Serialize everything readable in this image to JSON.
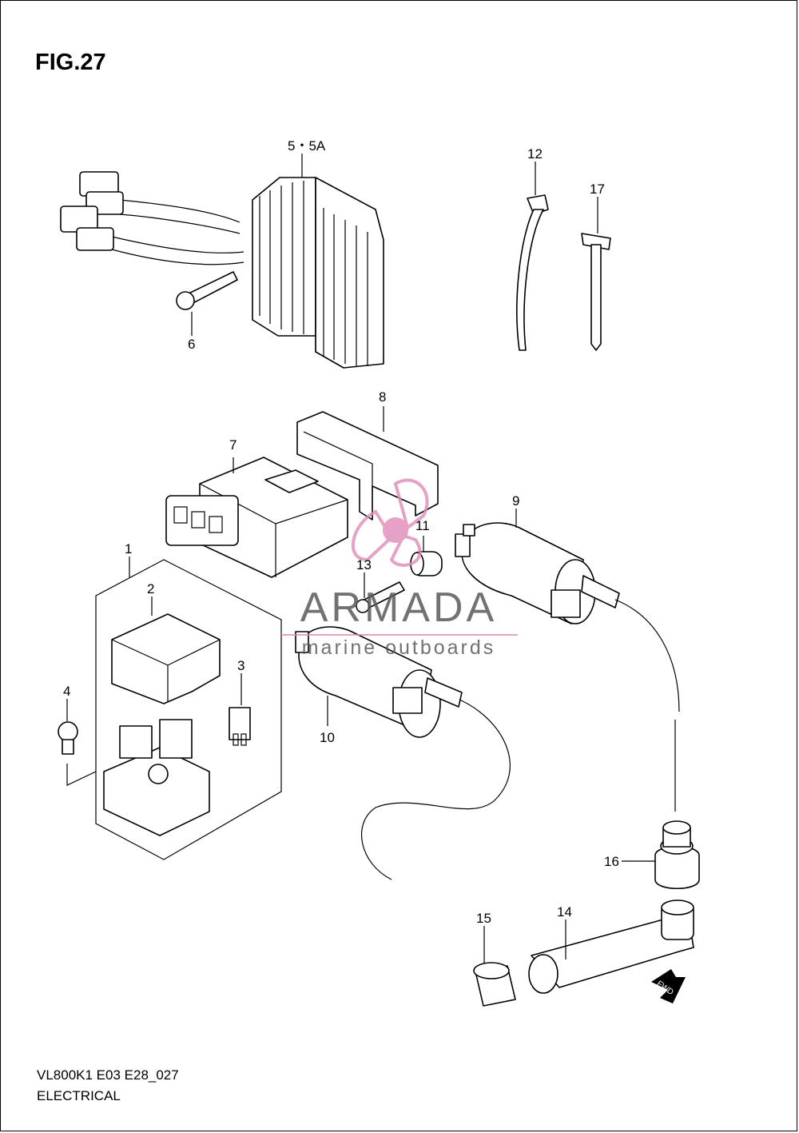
{
  "figure": {
    "title": "FIG.27",
    "model_code": "VL800K1 E03 E28_027",
    "section": "ELECTRICAL"
  },
  "callouts": [
    {
      "id": "c5",
      "text": "5・5A"
    },
    {
      "id": "c6",
      "text": "6"
    },
    {
      "id": "c12",
      "text": "12"
    },
    {
      "id": "c17",
      "text": "17"
    },
    {
      "id": "c8",
      "text": "8"
    },
    {
      "id": "c7",
      "text": "7"
    },
    {
      "id": "c9",
      "text": "9"
    },
    {
      "id": "c11",
      "text": "11"
    },
    {
      "id": "c13",
      "text": "13"
    },
    {
      "id": "c1",
      "text": "1"
    },
    {
      "id": "c2",
      "text": "2"
    },
    {
      "id": "c3",
      "text": "3"
    },
    {
      "id": "c4",
      "text": "4"
    },
    {
      "id": "c10",
      "text": "10"
    },
    {
      "id": "c16",
      "text": "16"
    },
    {
      "id": "c15",
      "text": "15"
    },
    {
      "id": "c14",
      "text": "14"
    }
  ],
  "direction_arrow": {
    "text": "FWD"
  },
  "watermark": {
    "brand": "ARMADA",
    "tagline": "marine outboards",
    "accent_color": "#e08ab8"
  }
}
